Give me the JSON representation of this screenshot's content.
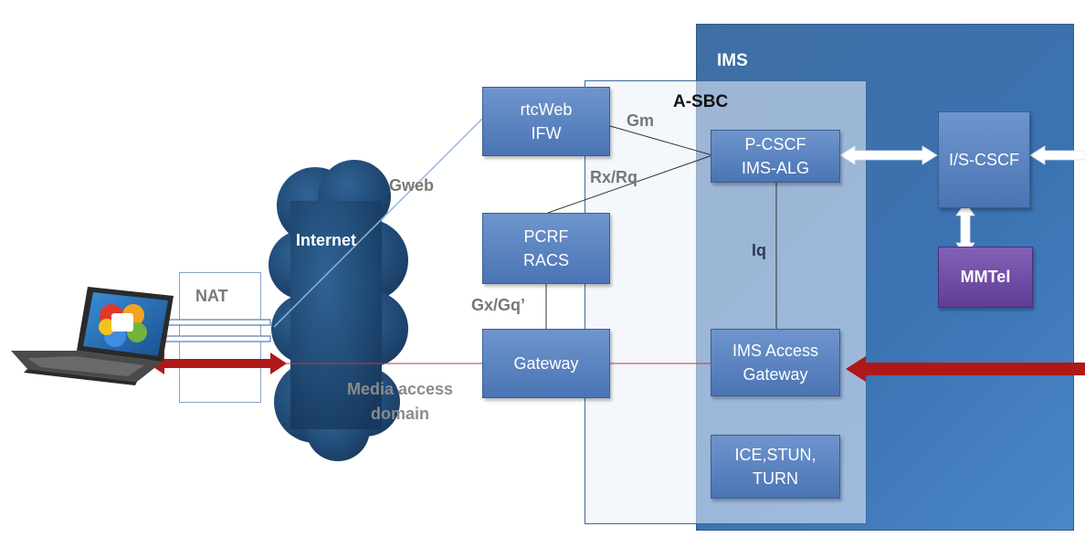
{
  "regions": {
    "ims": "IMS",
    "asbc": "A-SBC",
    "nat": "NAT"
  },
  "nodes": {
    "rtcweb": "rtcWeb\nIFW",
    "pcrf": "PCRF\nRACS",
    "gateway": "Gateway",
    "pcscf": "P-CSCF\nIMS-ALG",
    "ims_access": "IMS Access\nGateway",
    "ice": "ICE,STUN,\nTURN",
    "iscscf": "I/S-CSCF",
    "mmtel": "MMTel"
  },
  "interfaces": {
    "gweb": "Gweb",
    "gm": "Gm",
    "rx": "Rx/Rq",
    "gx": "Gx/Gq’",
    "iq": "Iq"
  },
  "labels": {
    "internet": "Internet",
    "media_domain": "Media access\ndomain"
  },
  "colors": {
    "media_arrow": "#b01818",
    "internet_cloud": "#1f4a78",
    "ims_background": "#3b72b2",
    "node_fill": "#5b82be",
    "mmtel_fill": "#6b4aa3"
  }
}
